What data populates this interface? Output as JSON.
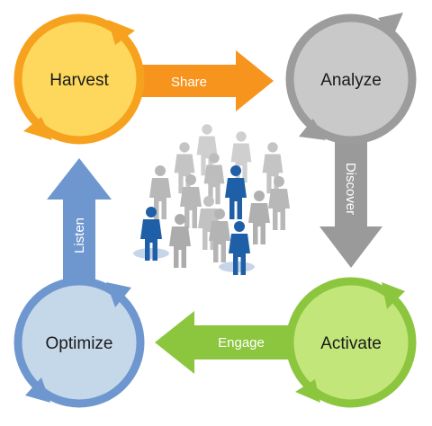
{
  "nodes": {
    "harvest": {
      "label": "Harvest",
      "fill": "#fdd85c",
      "ring": "#f6a21e"
    },
    "analyze": {
      "label": "Analyze",
      "fill": "#c9c9c9",
      "ring": "#9c9c9c"
    },
    "activate": {
      "label": "Activate",
      "fill": "#c3e67a",
      "ring": "#8cc63f"
    },
    "optimize": {
      "label": "Optimize",
      "fill": "#c5d8ea",
      "ring": "#6f97cf"
    }
  },
  "arrows": {
    "share": {
      "label": "Share",
      "color": "#f7941d"
    },
    "discover": {
      "label": "Discover",
      "color": "#9a9a9a"
    },
    "engage": {
      "label": "Engage",
      "color": "#8cc63f"
    },
    "listen": {
      "label": "Listen",
      "color": "#6f97cf"
    }
  },
  "people": {
    "highlight_color": "#1f5fa8",
    "base_color": "#bdbdbd",
    "shadow_color": "#c6d6e8"
  }
}
